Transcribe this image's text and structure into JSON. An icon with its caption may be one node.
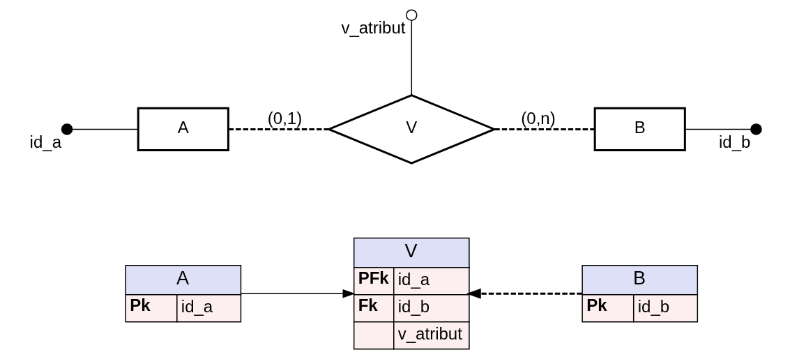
{
  "diagram": {
    "nodes": [
      {
        "text": [],
        "shape": "circle",
        "beside": [
          "id_a"
        ]
      },
      {
        "text": [
          "A"
        ]
      },
      {
        "text": [
          "V"
        ]
      },
      {
        "text": [
          "B"
        ]
      },
      {
        "text": [],
        "shape": "circle",
        "beside": [
          "id_b"
        ]
      },
      {
        "text": [],
        "shape": "circle",
        "beside": [
          "v_atribut"
        ]
      },
      {
        "text": [
          "A",
          "Pk",
          "id_a"
        ]
      },
      {
        "text": [
          "V",
          "PFk",
          "id_a",
          "Fk",
          "id_b",
          "v_atribut"
        ]
      },
      {
        "text": [
          "B",
          "Pk",
          "id_b"
        ]
      }
    ],
    "edges": [
      {
        "from": 0,
        "to": 1,
        "arrow": "none"
      },
      {
        "from": 1,
        "to": 2,
        "arrow": "none",
        "style": "dashed",
        "label": "(0,1)"
      },
      {
        "from": 2,
        "to": 3,
        "arrow": "none",
        "style": "dashed",
        "label": "(0,n)"
      },
      {
        "from": 3,
        "to": 4,
        "arrow": "none"
      },
      {
        "from": 2,
        "to": 5,
        "arrow": "none"
      },
      {
        "from": 6,
        "to": 7,
        "arrow": "to"
      },
      {
        "from": 8,
        "to": 7,
        "arrow": "to",
        "style": "dashed"
      }
    ]
  }
}
